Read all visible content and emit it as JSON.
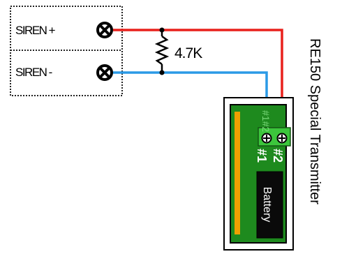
{
  "terminals": [
    {
      "label": "SIREN +"
    },
    {
      "label": "SIREN -"
    }
  ],
  "resistor": {
    "label": "4.7K"
  },
  "device": {
    "title": "RE150 Special Transmitter",
    "battery_label": "Battery",
    "terminal_block_tag": "#1#2",
    "pin_labels": [
      "#1",
      "#2"
    ]
  },
  "wire_colors": {
    "positive": "#e8201c",
    "negative": "#2b9ae6"
  },
  "board_colors": {
    "pcb": "#1e8a1e",
    "bar": "#f0a000",
    "connector": "#3cc63c"
  }
}
